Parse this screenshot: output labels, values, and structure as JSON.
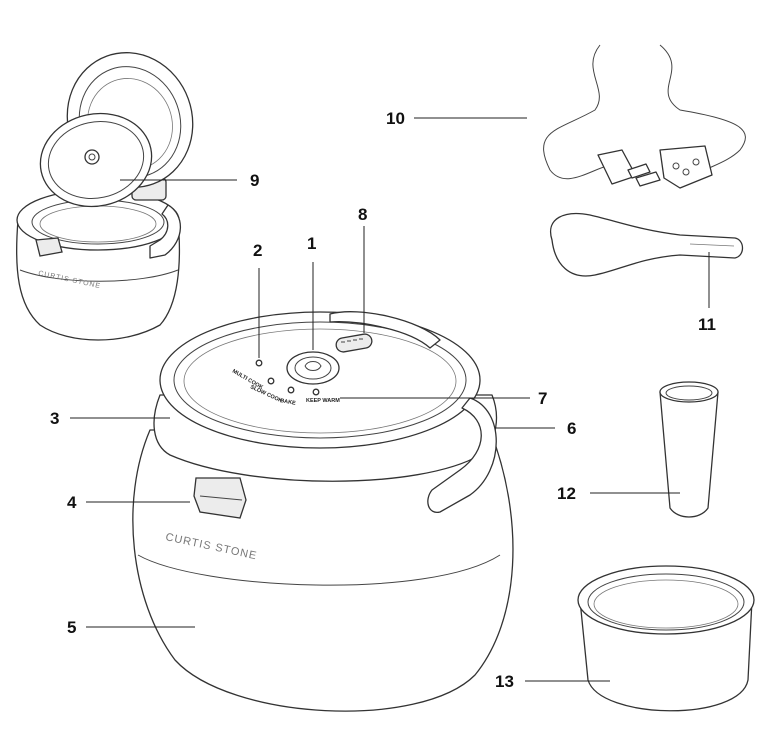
{
  "brand_text": "CURTIS STONE",
  "control_labels": [
    "MULTI COOK",
    "SLOW COOK",
    "BAKE",
    "KEEP WARM"
  ],
  "callouts": [
    "1",
    "2",
    "3",
    "4",
    "5",
    "6",
    "7",
    "8",
    "9",
    "10",
    "11",
    "12",
    "13"
  ]
}
